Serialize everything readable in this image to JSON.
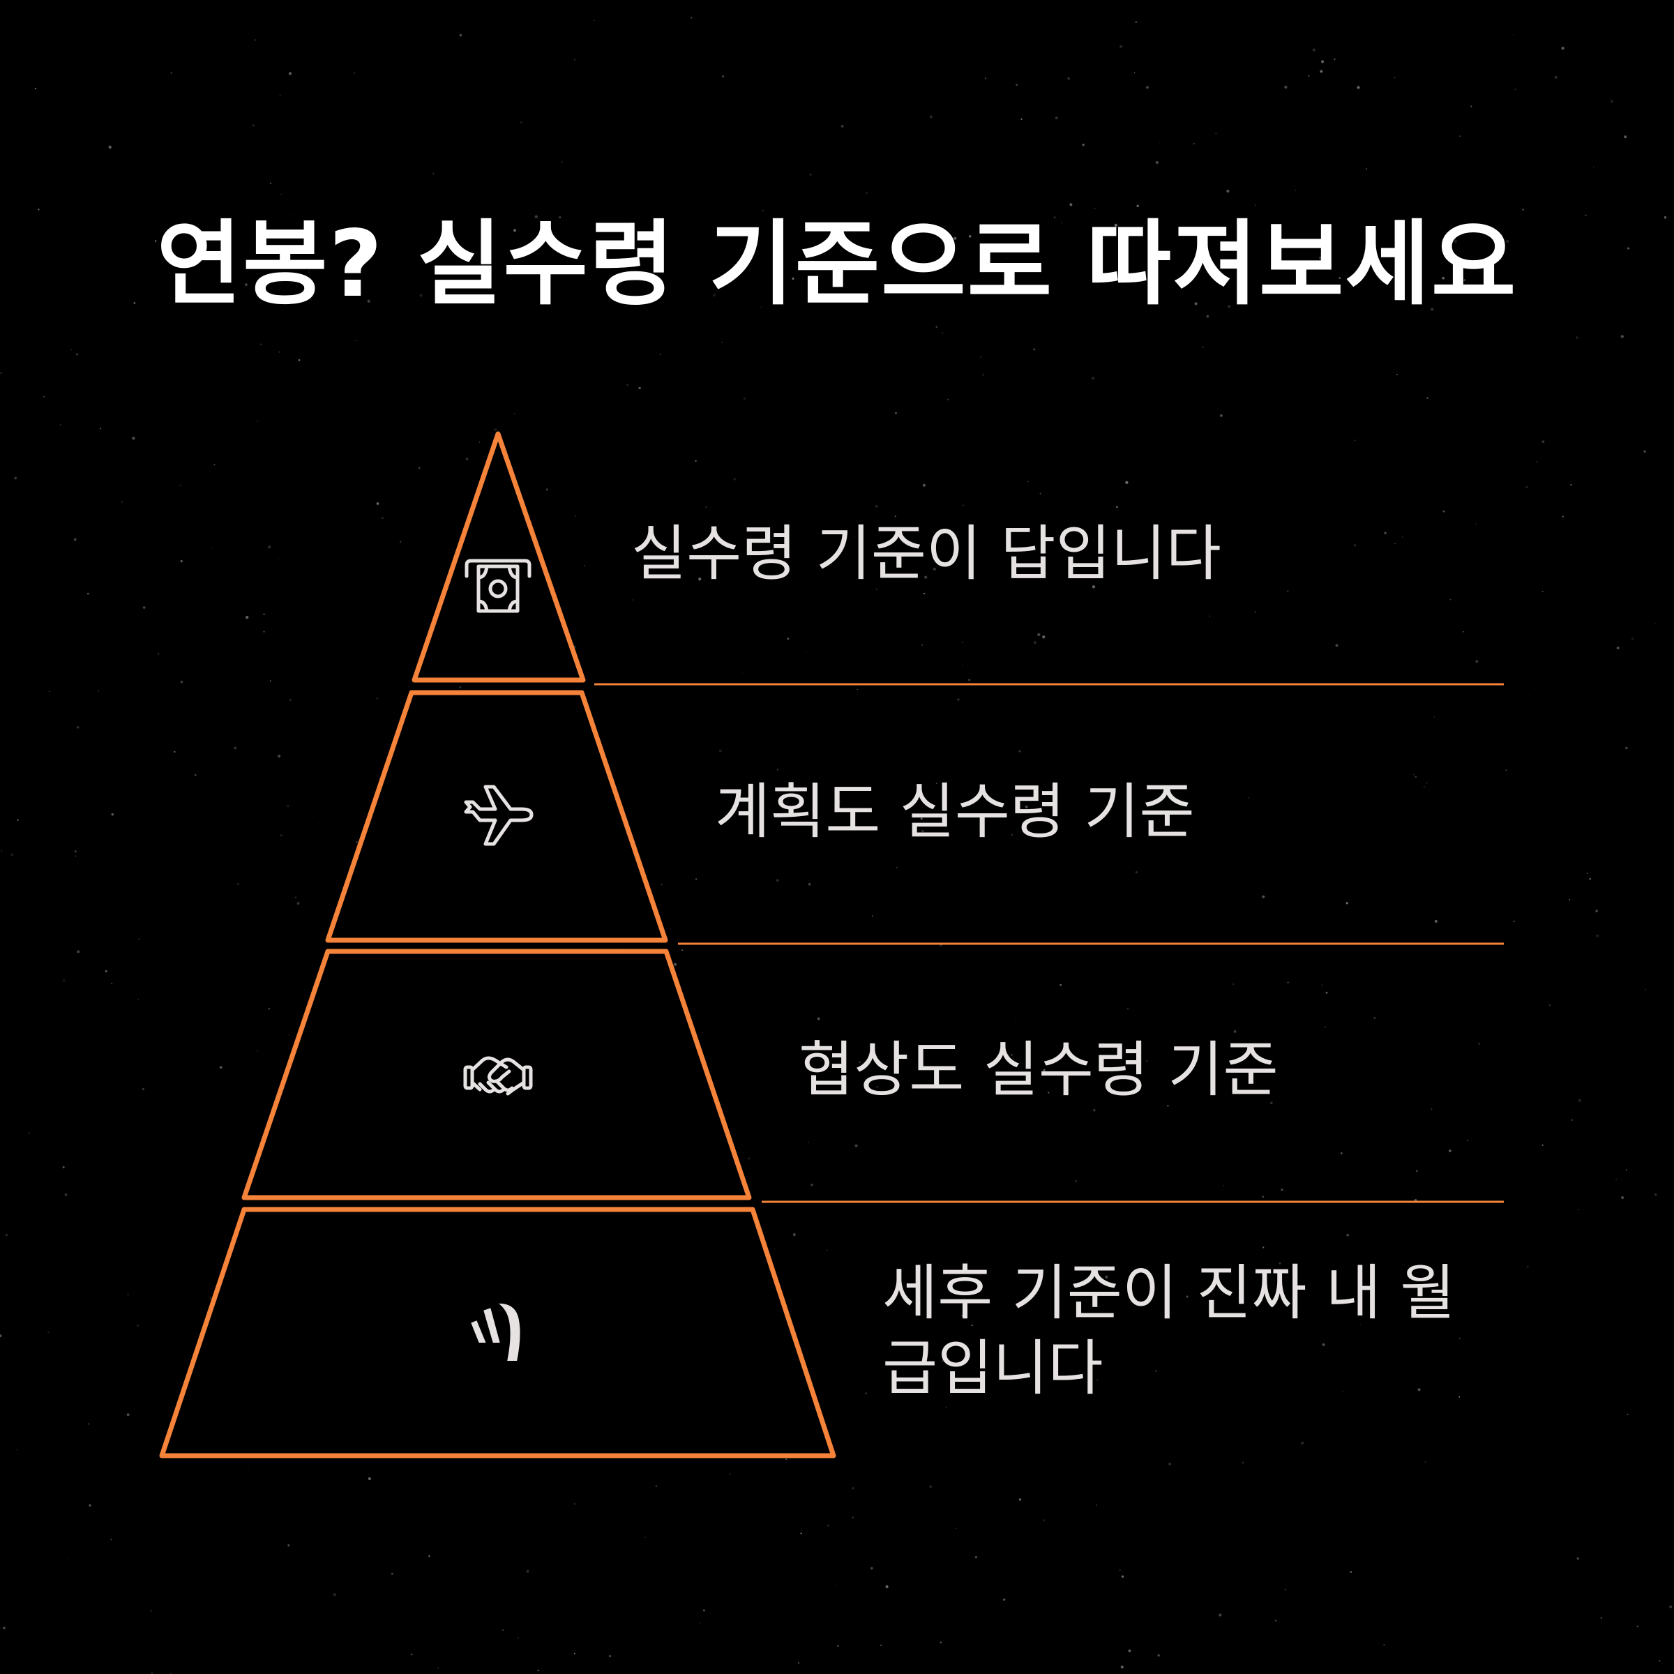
{
  "title": "연봉? 실수령 기준으로 따져보세요",
  "tiers": [
    {
      "label": "실수령 기준이 답입니다",
      "icon": "money-icon"
    },
    {
      "label": "계획도 실수령 기준",
      "icon": "airplane-icon"
    },
    {
      "label": "협상도 실수령 기준",
      "icon": "handshake-icon"
    },
    {
      "label": "세후 기준이 진짜 내 월급입니다",
      "icon": "brand-logo-icon"
    }
  ],
  "colors": {
    "background": "#000000",
    "accent": "#f5833a",
    "title_text": "#ffffff",
    "label_text": "#e6e2e2",
    "icon_fill": "#e6e2e2"
  }
}
